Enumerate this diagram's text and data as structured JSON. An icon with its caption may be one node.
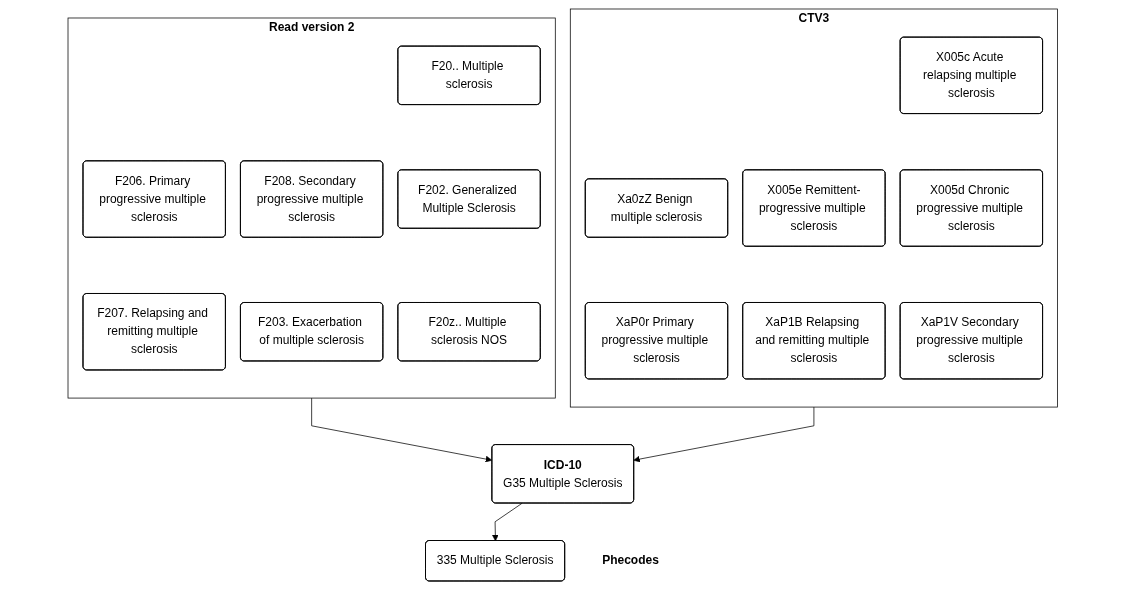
{
  "diagram": {
    "nodes": [
      {
        "text": [
          "Read version 2"
        ]
      },
      {
        "text": [
          "F20.. Multiple sclerosis"
        ],
        "in": 0
      },
      {
        "text": [
          "F206. Primary progressive multiple sclerosis"
        ],
        "in": 0
      },
      {
        "text": [
          "F208. Secondary progressive multiple sclerosis"
        ],
        "in": 0
      },
      {
        "text": [
          "F202. Generalized Multiple Sclerosis"
        ],
        "in": 0
      },
      {
        "text": [
          "F207. Relapsing and remitting multiple sclerosis"
        ],
        "in": 0
      },
      {
        "text": [
          "F203. Exacerbation of multiple sclerosis"
        ],
        "in": 0
      },
      {
        "text": [
          "F20z.. Multiple sclerosis NOS"
        ],
        "in": 0
      },
      {
        "text": [
          "CTV3"
        ]
      },
      {
        "text": [
          "X005c Acute relapsing multiple sclerosis"
        ],
        "in": 8
      },
      {
        "text": [
          "Xa0zZ Benign multiple sclerosis"
        ],
        "in": 8
      },
      {
        "text": [
          "X005e Remittent-progressive multiple sclerosis"
        ],
        "in": 8
      },
      {
        "text": [
          "X005d Chronic progressive multiple sclerosis"
        ],
        "in": 8
      },
      {
        "text": [
          "XaP0r Primary progressive multiple sclerosis"
        ],
        "in": 8
      },
      {
        "text": [
          "XaP1B Relapsing and remitting multiple sclerosis"
        ],
        "in": 8
      },
      {
        "text": [
          "XaP1V Secondary progressive multiple sclerosis"
        ],
        "in": 8
      },
      {
        "text": [
          "ICD-10",
          "G35 Multiple Sclerosis"
        ]
      },
      {
        "text": [
          "335 Multiple Sclerosis"
        ],
        "beside": [
          "Phecodes"
        ]
      }
    ],
    "edges": [
      {
        "from": 0,
        "to": 16,
        "arrow": "to"
      },
      {
        "from": 8,
        "to": 16,
        "arrow": "to"
      },
      {
        "from": 16,
        "to": 17,
        "arrow": "to"
      }
    ]
  }
}
